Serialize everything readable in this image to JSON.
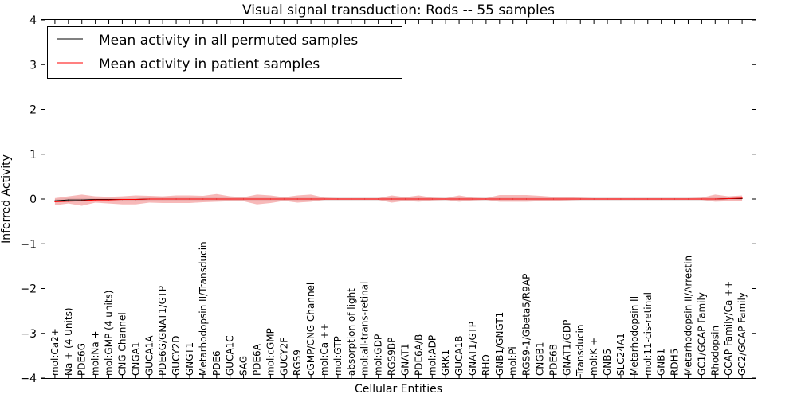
{
  "chart_data": {
    "type": "line",
    "title": "Visual signal transduction: Rods -- 55 samples",
    "xlabel": "Cellular Entities",
    "ylabel": "Inferred Activity",
    "ylim": [
      -4,
      4
    ],
    "yticks": [
      -4,
      -3,
      -2,
      -1,
      0,
      1,
      2,
      3,
      4
    ],
    "ytick_labels": [
      "−4",
      "−3",
      "−2",
      "−1",
      "0",
      "1",
      "2",
      "3",
      "4"
    ],
    "grid": false,
    "legend_position": "top-left",
    "categories": [
      "mol:Ca2+",
      "Na + (4 Units)",
      "PDE6G",
      "mol:Na +",
      "mol:GMP (4 units)",
      "CNG Channel",
      "CNGA1",
      "GUCA1A",
      "PDE6G/GNAT1/GTP",
      "GUCY2D",
      "GNGT1",
      "Metarhodopsin II/Transducin",
      "PDE6",
      "GUCA1C",
      "SAG",
      "PDE6A",
      "mol:cGMP",
      "GUCY2F",
      "RGS9",
      "cGMP/CNG Channel",
      "mol:Ca ++",
      "mol:GTP",
      "absorption of light",
      "mol:all-trans-retinal",
      "mol:GDP",
      "RGS9BP",
      "GNAT1",
      "PDE6A/B",
      "mol:ADP",
      "GRK1",
      "GUCA1B",
      "GNAT1/GTP",
      "RHO",
      "GNB1/GNGT1",
      "mol:Pi",
      "RGS9-1/Gbeta5/R9AP",
      "CNGB1",
      "PDE6B",
      "GNAT1/GDP",
      "Transducin",
      "mol:K +",
      "GNB5",
      "SLC24A1",
      "Metarhodopsin II",
      "mol:11-cis-retinal",
      "GNB1",
      "RDH5",
      "Metarhodopsin II/Arrestin",
      "GC1/GCAP Family",
      "Rhodopsin",
      "GCAP Family/Ca ++",
      "GC2/GCAP Family"
    ],
    "series": [
      {
        "name": "Mean activity in all permuted samples",
        "color": "#000000",
        "values": [
          -0.04,
          -0.02,
          -0.02,
          -0.01,
          -0.01,
          -0.01,
          -0.01,
          0.0,
          0.0,
          0.0,
          0.0,
          0.0,
          0.0,
          0.0,
          0.0,
          0.0,
          0.0,
          0.0,
          0.0,
          0.0,
          0.0,
          0.0,
          0.0,
          0.0,
          0.0,
          0.0,
          0.0,
          0.0,
          0.0,
          0.0,
          0.0,
          0.0,
          0.0,
          0.0,
          0.0,
          0.0,
          0.0,
          0.0,
          0.0,
          0.0,
          0.0,
          0.0,
          0.0,
          0.0,
          0.0,
          0.0,
          0.0,
          0.0,
          0.0,
          0.0,
          0.01,
          0.01
        ],
        "band_lower": [
          -0.08,
          -0.06,
          -0.05,
          -0.04,
          -0.04,
          -0.04,
          -0.04,
          -0.03,
          -0.03,
          -0.03,
          -0.03,
          -0.03,
          -0.03,
          -0.03,
          -0.03,
          -0.03,
          -0.03,
          -0.03,
          -0.03,
          -0.03,
          -0.03,
          -0.03,
          -0.03,
          -0.03,
          -0.03,
          -0.03,
          -0.03,
          -0.03,
          -0.03,
          -0.03,
          -0.03,
          -0.03,
          -0.03,
          -0.03,
          -0.03,
          -0.03,
          -0.03,
          -0.03,
          -0.03,
          -0.03,
          -0.03,
          -0.03,
          -0.03,
          -0.03,
          -0.03,
          -0.03,
          -0.03,
          -0.03,
          -0.03,
          -0.03,
          -0.02,
          -0.02
        ],
        "band_upper": [
          0.0,
          0.02,
          0.02,
          0.02,
          0.02,
          0.02,
          0.02,
          0.03,
          0.03,
          0.03,
          0.03,
          0.03,
          0.03,
          0.03,
          0.03,
          0.03,
          0.03,
          0.03,
          0.03,
          0.03,
          0.03,
          0.03,
          0.03,
          0.03,
          0.03,
          0.03,
          0.03,
          0.03,
          0.03,
          0.03,
          0.03,
          0.03,
          0.03,
          0.03,
          0.03,
          0.03,
          0.03,
          0.03,
          0.03,
          0.03,
          0.03,
          0.03,
          0.03,
          0.03,
          0.03,
          0.03,
          0.03,
          0.03,
          0.03,
          0.03,
          0.04,
          0.04
        ]
      },
      {
        "name": "Mean activity in patient samples",
        "color": "#ff0000",
        "values": [
          -0.06,
          -0.05,
          -0.04,
          -0.02,
          -0.02,
          -0.01,
          -0.01,
          0.0,
          0.0,
          0.0,
          0.0,
          0.0,
          0.0,
          0.0,
          0.0,
          0.0,
          0.0,
          0.0,
          0.0,
          0.0,
          0.0,
          0.0,
          0.0,
          0.0,
          0.0,
          0.0,
          0.0,
          0.0,
          0.0,
          0.0,
          0.0,
          0.0,
          0.0,
          0.0,
          0.0,
          0.0,
          0.0,
          0.0,
          0.0,
          0.0,
          0.0,
          0.0,
          0.0,
          0.0,
          0.0,
          0.0,
          0.0,
          0.0,
          0.0,
          0.0,
          0.01,
          0.02
        ],
        "band_lower": [
          -0.14,
          -0.1,
          -0.15,
          -0.08,
          -0.1,
          -0.12,
          -0.12,
          -0.08,
          -0.09,
          -0.09,
          -0.09,
          -0.07,
          -0.06,
          -0.05,
          -0.05,
          -0.12,
          -0.09,
          -0.04,
          -0.08,
          -0.06,
          -0.02,
          -0.02,
          -0.02,
          -0.02,
          -0.02,
          -0.08,
          -0.04,
          -0.06,
          -0.03,
          -0.02,
          -0.06,
          -0.03,
          -0.02,
          -0.06,
          -0.06,
          -0.06,
          -0.05,
          -0.04,
          -0.03,
          -0.02,
          -0.02,
          -0.02,
          -0.02,
          -0.02,
          -0.02,
          -0.02,
          -0.02,
          -0.02,
          -0.02,
          -0.06,
          -0.05,
          -0.04
        ],
        "band_upper": [
          0.02,
          0.06,
          0.1,
          0.06,
          0.05,
          0.06,
          0.08,
          0.07,
          0.06,
          0.08,
          0.08,
          0.07,
          0.11,
          0.06,
          0.04,
          0.1,
          0.08,
          0.04,
          0.08,
          0.1,
          0.03,
          0.02,
          0.02,
          0.02,
          0.02,
          0.08,
          0.04,
          0.08,
          0.03,
          0.02,
          0.08,
          0.03,
          0.02,
          0.09,
          0.09,
          0.09,
          0.07,
          0.05,
          0.04,
          0.03,
          0.02,
          0.02,
          0.02,
          0.02,
          0.02,
          0.02,
          0.02,
          0.02,
          0.03,
          0.1,
          0.06,
          0.08
        ]
      }
    ],
    "band_colors": {
      "permuted": "#c8c8c8",
      "patient": "#f08080"
    }
  }
}
